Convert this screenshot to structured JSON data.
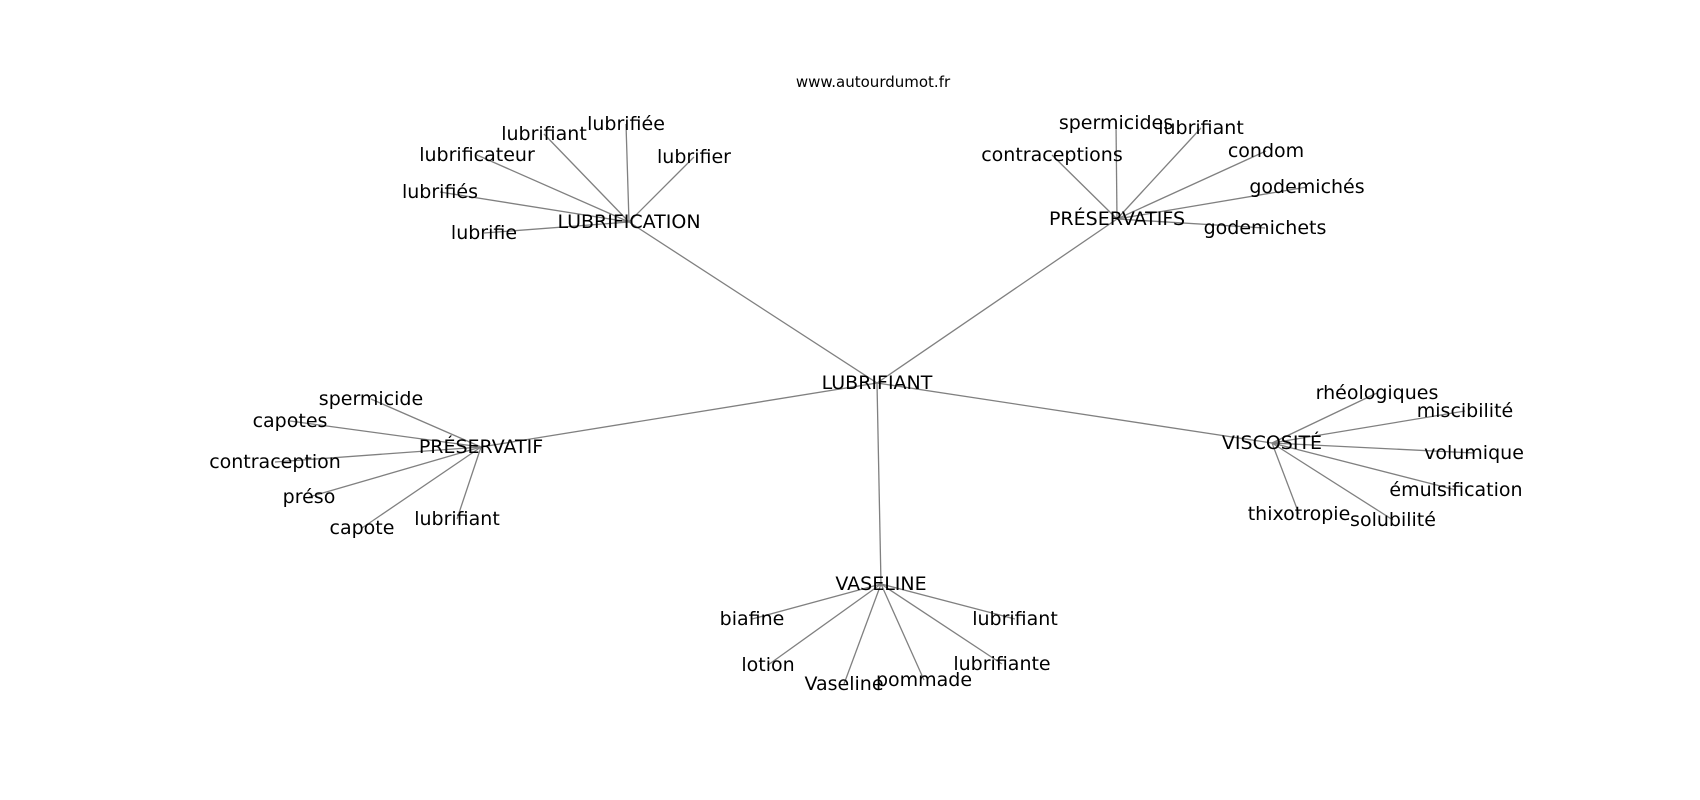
{
  "credit": "www.autourdumot.fr",
  "graph": {
    "root": "LUBRIFIANT",
    "groups": [
      {
        "hub": "LUBRIFICATION",
        "leaves": [
          "lubrifiant",
          "lubrifiée",
          "lubrifier",
          "lubrificateur",
          "lubrifiés",
          "lubrifie"
        ]
      },
      {
        "hub": "PRÉSERVATIFS",
        "leaves": [
          "spermicides",
          "lubrifiant",
          "condom",
          "contraceptions",
          "godemichés",
          "godemichets"
        ]
      },
      {
        "hub": "PRÉSERVATIF",
        "leaves": [
          "spermicide",
          "capotes",
          "contraception",
          "préso",
          "capote",
          "lubrifiant"
        ]
      },
      {
        "hub": "VISCOSITÉ",
        "leaves": [
          "rhéologiques",
          "miscibilité",
          "volumique",
          "émulsification",
          "thixotropie",
          "solubilité"
        ]
      },
      {
        "hub": "VASELINE",
        "leaves": [
          "biafine",
          "lubrifiant",
          "lotion",
          "lubrifiante",
          "Vaseline",
          "pommade"
        ]
      }
    ]
  }
}
